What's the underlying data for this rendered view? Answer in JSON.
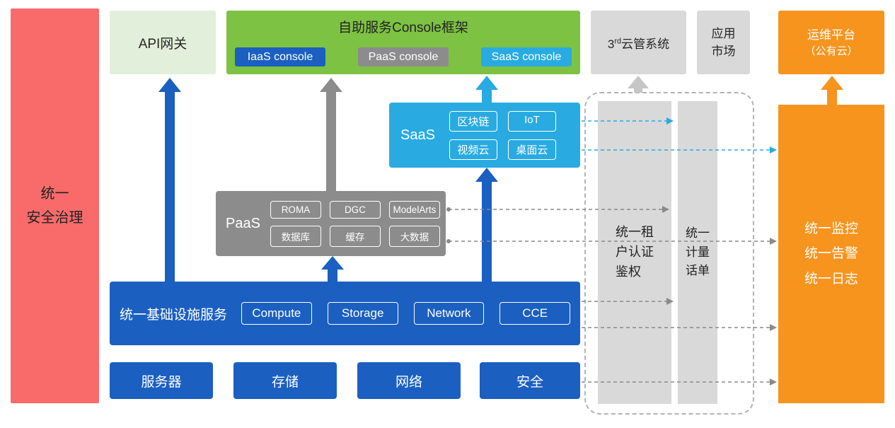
{
  "colors": {
    "red": "#F96B6B",
    "light_green": "#E2EFDA",
    "green": "#7DC242",
    "blue": "#1B5FC1",
    "gray": "#8C8C8C",
    "cyan": "#29ABE2",
    "light_gray": "#D9D9D9",
    "orange": "#F7941E"
  },
  "security_bar": {
    "label": "统一\n安全治理"
  },
  "api_gateway": {
    "label": "API网关"
  },
  "console_framework": {
    "title": "自助服务Console框架",
    "consoles": [
      {
        "label": "IaaS console"
      },
      {
        "label": "PaaS console"
      },
      {
        "label": "SaaS console"
      }
    ]
  },
  "third_party_cloud": {
    "prefix": "3",
    "sup": "rd",
    "suffix": "云管系统"
  },
  "app_market": {
    "label": "应用\n市场"
  },
  "om_platform": {
    "line1": "运维平台",
    "line2": "（公有云）"
  },
  "saas": {
    "label": "SaaS",
    "items": [
      "区块链",
      "IoT",
      "视频云",
      "桌面云"
    ]
  },
  "paas": {
    "label": "PaaS",
    "items": [
      "ROMA",
      "DGC",
      "ModelArts",
      "数据库",
      "缓存",
      "大数据"
    ]
  },
  "iaas": {
    "label": "统一基础设施服务",
    "items": [
      "Compute",
      "Storage",
      "Network",
      "CCE"
    ]
  },
  "hardware": {
    "items": [
      "服务器",
      "存储",
      "网络",
      "安全"
    ]
  },
  "auth_bar": {
    "label": "统一租\n户认证\n鉴权"
  },
  "metering_bar": {
    "label": "统一\n计量\n话单"
  },
  "monitor_bar": {
    "label": "统一监控\n统一告警\n统一日志"
  }
}
